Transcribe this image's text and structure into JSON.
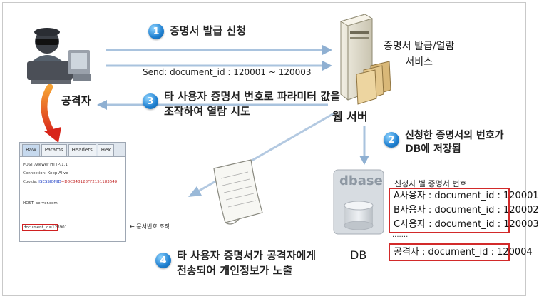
{
  "steps": [
    {
      "num": "1",
      "lines": [
        "증명서 발급 신청"
      ]
    },
    {
      "num": "2",
      "lines": [
        "신청한 증명서의 번호가",
        "DB에 저장됨"
      ]
    },
    {
      "num": "3",
      "lines": [
        "타 사용자 증명서 번호로 파라미터 값을",
        "조작하여 열람 시도"
      ]
    },
    {
      "num": "4",
      "lines": [
        "타 사용자 증명서가 공격자에게",
        "전송되어 개인정보가 노출"
      ]
    }
  ],
  "send_label": "Send: document_id : 120001 ~ 120003",
  "attacker_label": "공격자",
  "server": {
    "service_lines": [
      "증명서 발급/열람",
      "서비스"
    ],
    "label": "웹 서버"
  },
  "db": {
    "icon_text": "dbase",
    "label": "DB"
  },
  "http_window": {
    "tabs": [
      "Raw",
      "Params",
      "Headers",
      "Hex"
    ],
    "lines": [
      "POST /viewer HTTP/1.1",
      "Connection: Keep-Alive",
      "Cookie: ",
      "HOST: server.com"
    ],
    "cookie_name": "JSESSIONID",
    "cookie_value": "=D8C848128FF2151183549",
    "highlight": "document_id=128901",
    "note": "← 문서번호 조작"
  },
  "db_list": {
    "title": "신청자 별 증명서 번호",
    "rows": [
      "A사용자 : document_id : 120001",
      "B사용자 : document_id : 120002",
      "C사용자 : document_id : 120003"
    ],
    "dots": ".......",
    "attacker_row": "공격자 : document_id : 120004"
  },
  "colors": {
    "highlight_red": "#d22a2a",
    "badge_blue": "#1e7fd0",
    "arrow_blue": "#b8cfe6",
    "attack_red": "#e23a18"
  }
}
